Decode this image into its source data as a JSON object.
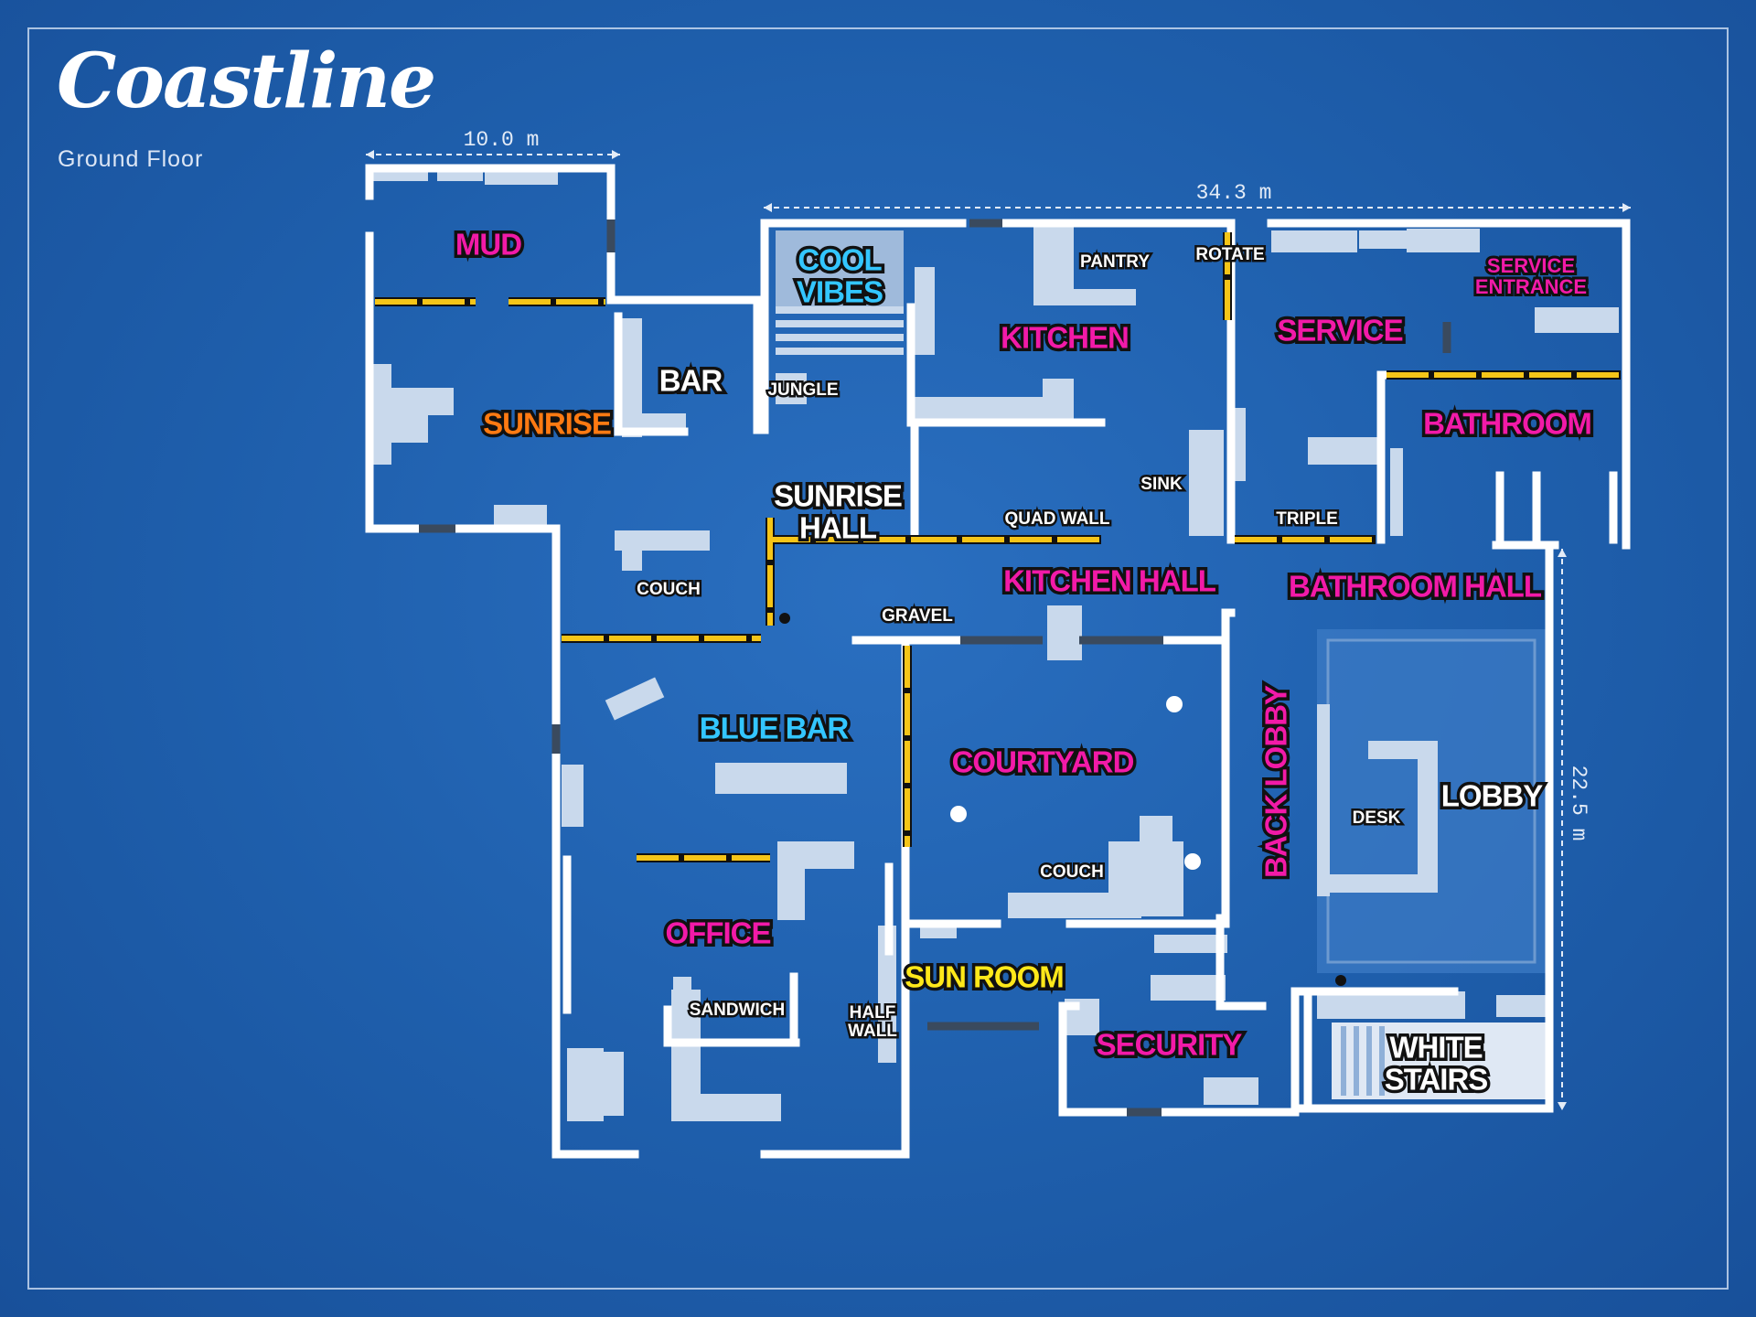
{
  "map": {
    "title": "Coastline",
    "floor": "Ground Floor",
    "dimensions": {
      "top_left": "10.0 m",
      "top_right": "34.3 m",
      "right": "22.5 m"
    },
    "colors": {
      "background": "#1f5fae",
      "wall": "#ffffff",
      "furniture": "#c9d9ec",
      "breakable_wall": "#f5c518",
      "door": "#3a4a5e",
      "pink_label": "#f21aa8",
      "orange_label": "#ff7a12",
      "cyan_label": "#33c6ff",
      "yellow_label": "#ffe81a"
    },
    "rooms": {
      "mud": "MUD",
      "cool_vibes": "COOL\nVIBES",
      "pantry": "PANTRY",
      "rotate": "ROTATE",
      "service_entrance": "SERVICE\nENTRANCE",
      "kitchen": "KITCHEN",
      "service": "SERVICE",
      "bar": "BAR",
      "jungle": "JUNGLE",
      "sunrise": "SUNRISE",
      "bathroom": "BATHROOM",
      "sunrise_hall": "SUNRISE\nHALL",
      "sink": "SINK",
      "quad_wall": "QUAD WALL",
      "triple": "TRIPLE",
      "kitchen_hall": "KITCHEN HALL",
      "bathroom_hall": "BATHROOM HALL",
      "couch_1": "COUCH",
      "gravel": "GRAVEL",
      "blue_bar": "BLUE BAR",
      "courtyard": "COURTYARD",
      "back_lobby": "BACK LOBBY",
      "desk": "DESK",
      "lobby": "LOBBY",
      "couch_2": "COUCH",
      "office": "OFFICE",
      "sun_room": "SUN ROOM",
      "sandwich": "SANDWICH",
      "half_wall": "HALF\nWALL",
      "security": "SECURITY",
      "white_stairs": "WHITE\nSTAIRS"
    }
  }
}
